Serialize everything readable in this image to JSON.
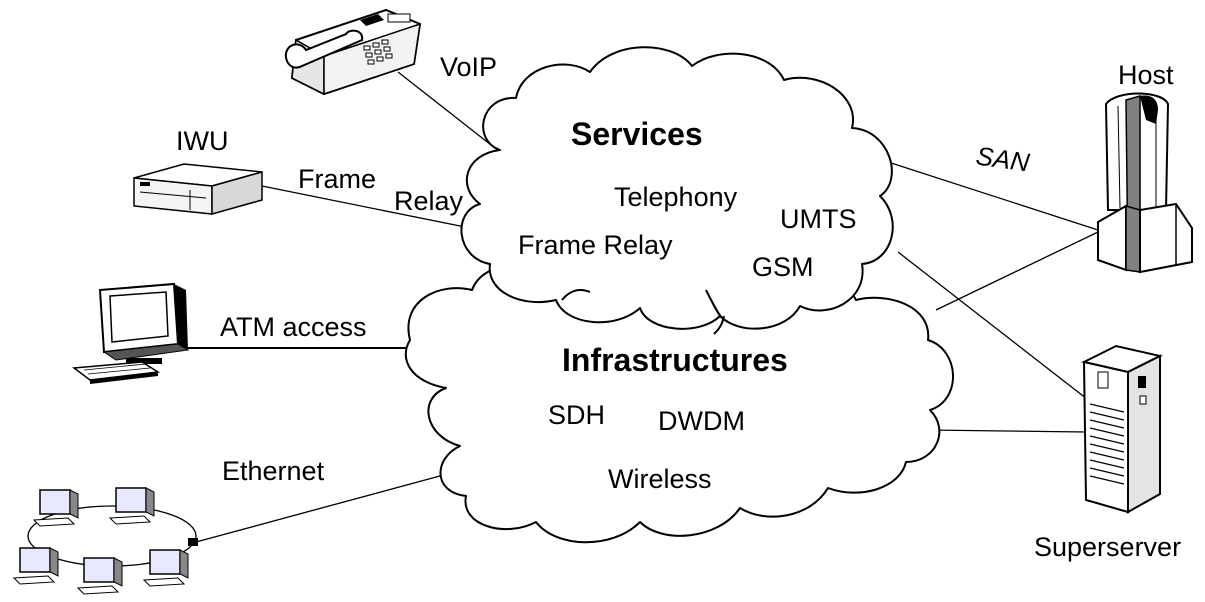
{
  "clouds": {
    "services": {
      "title": "Services",
      "items": [
        "Telephony",
        "UMTS",
        "Frame Relay",
        "GSM"
      ]
    },
    "infrastructures": {
      "title": "Infrastructures",
      "items": [
        "SDH",
        "DWDM",
        "Wireless"
      ]
    }
  },
  "nodes": {
    "phone": "",
    "iwu": "IWU",
    "pc": "",
    "lan": "",
    "host": "Host",
    "superserver": "Superserver"
  },
  "links": {
    "voip": "VoIP",
    "frame_relay_line1": "Frame",
    "frame_relay_line2": "Relay",
    "atm": "ATM access",
    "ethernet": "Ethernet",
    "san": "SAN"
  }
}
